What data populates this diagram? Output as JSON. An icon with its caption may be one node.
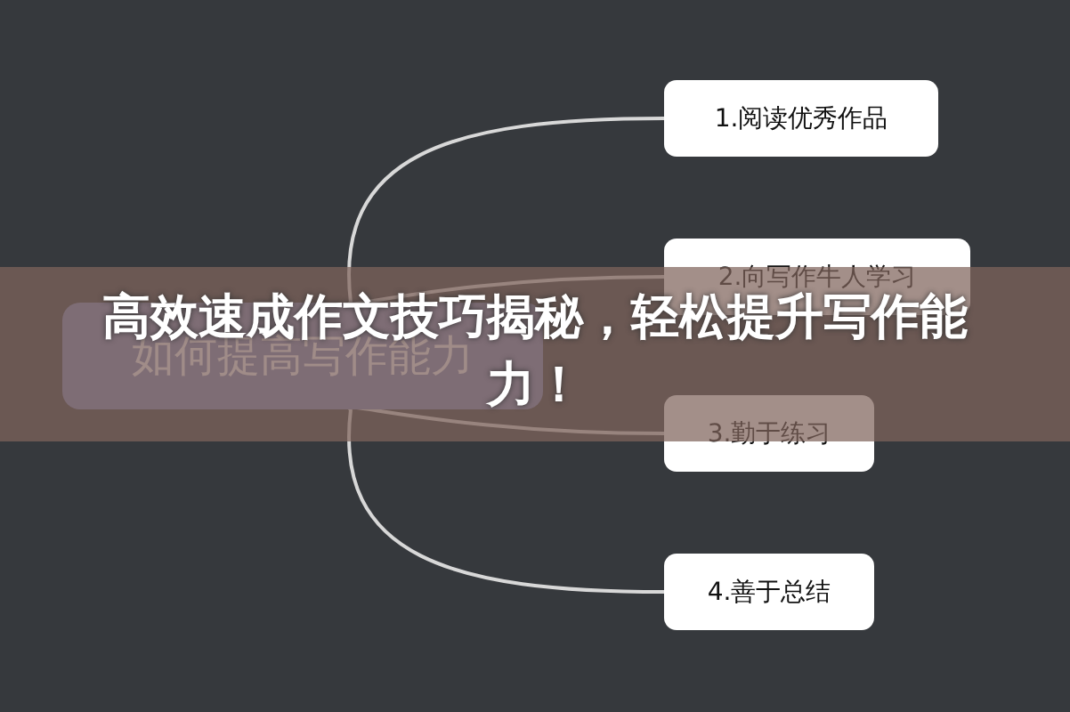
{
  "diagram": {
    "title": "高效速成作文技巧揭秘，轻松提升写作能力！",
    "nodes": [
      {
        "text": [
          "如何提高写作能力"
        ]
      },
      {
        "text": [
          "1.阅读优秀作品"
        ]
      },
      {
        "text": [
          "2.向写作牛人学习"
        ]
      },
      {
        "text": [
          "3.勤于练习"
        ]
      },
      {
        "text": [
          "4.善于总结"
        ]
      }
    ],
    "edges": [
      {
        "from": 0,
        "to": 1,
        "arrow": "none"
      },
      {
        "from": 0,
        "to": 2,
        "arrow": "none"
      },
      {
        "from": 0,
        "to": 3,
        "arrow": "none"
      },
      {
        "from": 0,
        "to": 4,
        "arrow": "none"
      }
    ]
  }
}
